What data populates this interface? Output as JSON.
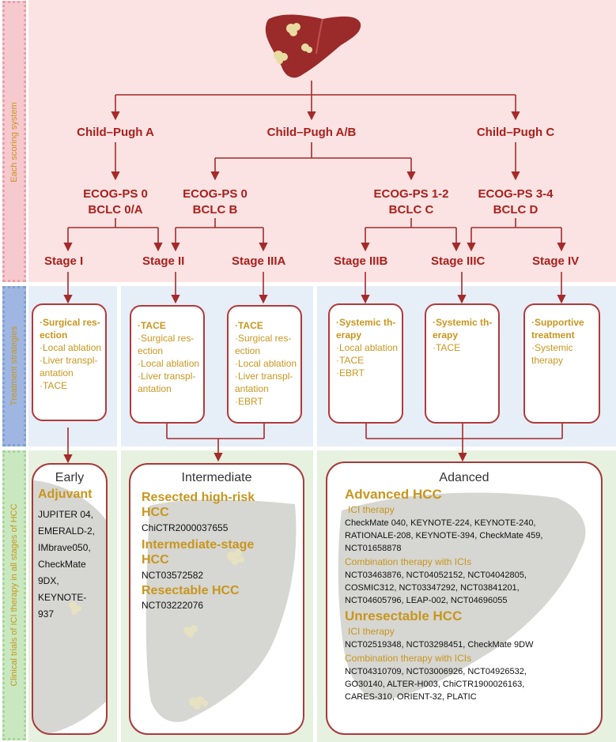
{
  "side_labels": {
    "scoring": "Each scoring system",
    "treatment": "Treatment strategies",
    "trials": "Clinical trials of ICI therapy in all stages of HCC"
  },
  "level1": {
    "cp_a": "Child–Pugh A",
    "cp_ab": "Child–Pugh A/B",
    "cp_c": "Child–Pugh C"
  },
  "level2": {
    "a": {
      "line1": "ECOG-PS 0",
      "line2": "BCLC 0/A"
    },
    "b": {
      "line1": "ECOG-PS 0",
      "line2": "BCLC B"
    },
    "c": {
      "line1": "ECOG-PS 1-2",
      "line2": "BCLC C"
    },
    "d": {
      "line1": "ECOG-PS 3-4",
      "line2": "BCLC D"
    }
  },
  "stages": {
    "s1": "Stage I",
    "s2": "Stage II",
    "s3a": "Stage IIIA",
    "s3b": "Stage IIIB",
    "s3c": "Stage IIIC",
    "s4": "Stage IV"
  },
  "treatments": {
    "t1": [
      "·Surgical res-",
      "ection",
      "·Local ablation",
      "·Liver transpl-",
      "antation",
      "·TACE"
    ],
    "t2": [
      "·TACE",
      "·Surgical res-",
      "ection",
      "·Local ablation",
      "·Liver transpl-",
      "antation"
    ],
    "t3": [
      "·TACE",
      "·Surgical res-",
      "ection",
      "·Local ablation",
      "·Liver transpl-",
      "antation",
      "·EBRT"
    ],
    "t4": [
      "·Systemic th-",
      "erapy",
      "·Local ablation",
      "·TACE",
      "·EBRT"
    ],
    "t5": [
      "·Systemic th-",
      "erapy",
      "·TACE"
    ],
    "t6": [
      "·Supportive",
      "treatment",
      "·Systemic",
      "therapy"
    ]
  },
  "early": {
    "title": "Early",
    "heading": "Adjuvant",
    "trials": [
      "JUPITER 04,",
      "EMERALD-2,",
      "IMbrave050,",
      "CheckMate",
      "9DX,",
      "KEYNOTE-",
      "937"
    ]
  },
  "intermediate": {
    "title": "Intermediate",
    "h1a": "Resected high-risk",
    "h1b": "HCC",
    "t1": "ChiCTR2000037655",
    "h2a": "Intermediate-stage",
    "h2b": "HCC",
    "t2": "NCT03572582",
    "h3": "Resectable HCC",
    "t3": "NCT03222076"
  },
  "advanced": {
    "title": "Adanced",
    "h1": "Advanced HCC",
    "s1": "ICI therapy",
    "l1": [
      "CheckMate 040, KEYNOTE-224, KEYNOTE-240,",
      "RATIONALE-208, KEYNOTE-394, CheckMate 459,",
      "NCT01658878"
    ],
    "s2": "Combination therapy with ICIs",
    "l2": [
      "NCT03463876, NCT04052152, NCT04042805,",
      "COSMIC312, NCT03347292, NCT03841201,",
      "NCT04605796,  LEAP-002, NCT04696055"
    ],
    "h2": "Unresectable HCC",
    "s3": "ICI therapy",
    "l3": [
      "NCT02519348, NCT03298451, CheckMate 9DW"
    ],
    "s4": "Combination therapy with ICIs",
    "l4": [
      "NCT04310709, NCT03006926, NCT04926532,",
      "GO30140, ALTER-H003, ChiCTR1900026163,",
      "CARES-310, ORIENT-32, PLATIC"
    ]
  },
  "colors": {
    "arrow": "#a52a2a",
    "band_pink": "#fbe3e3",
    "band_blue": "#e6eef8",
    "band_green": "#e6f1e0",
    "gold_text": "#c8961e",
    "liver": "#9b2a2a"
  }
}
